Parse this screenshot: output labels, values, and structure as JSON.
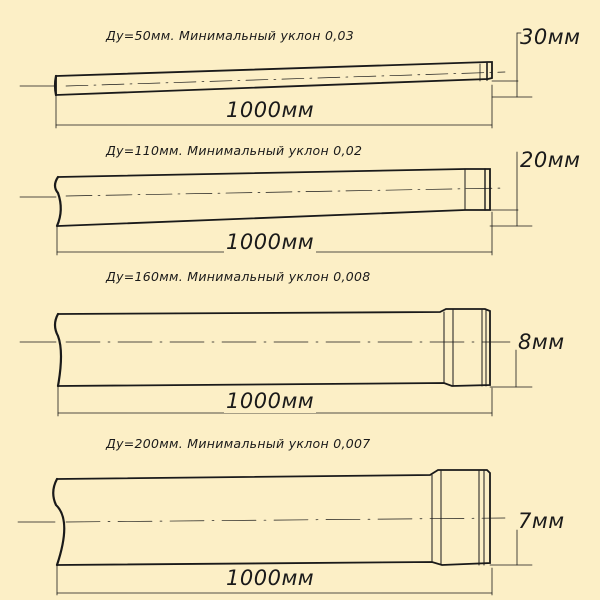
{
  "diagram": {
    "background": "#fcefc6",
    "line_color": "#1a1a1a",
    "pipes": [
      {
        "title": "Ду=50мм. Минимальный уклон 0,03",
        "slope_label": "30мм",
        "length_label": "1000мм",
        "diameter_mm": 50,
        "min_slope": 0.03
      },
      {
        "title": "Ду=110мм. Минимальный уклон 0,02",
        "slope_label": "20мм",
        "length_label": "1000мм",
        "diameter_mm": 110,
        "min_slope": 0.02
      },
      {
        "title": "Ду=160мм. Минимальный уклон 0,008",
        "slope_label": "8мм",
        "length_label": "1000мм",
        "diameter_mm": 160,
        "min_slope": 0.008
      },
      {
        "title": "Ду=200мм. Минимальный уклон 0,007",
        "slope_label": "7мм",
        "length_label": "1000мм",
        "diameter_mm": 200,
        "min_slope": 0.007
      }
    ]
  }
}
